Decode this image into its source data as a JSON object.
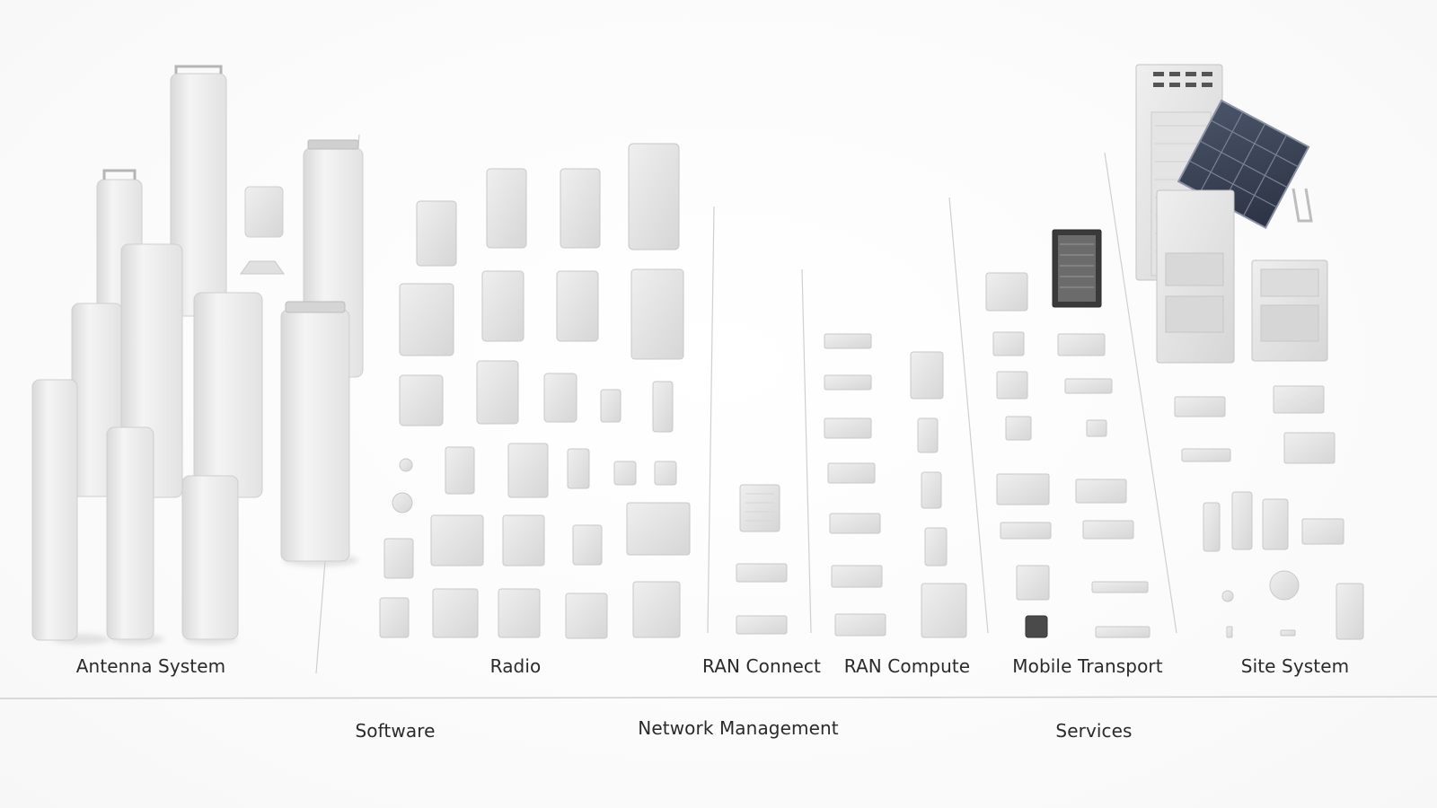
{
  "categories": [
    "Antenna System",
    "Radio",
    "RAN Connect",
    "RAN Compute",
    "Mobile Transport",
    "Site System"
  ],
  "layers": [
    "Software",
    "Network Management",
    "Services"
  ],
  "colors": {
    "background": "#ffffff",
    "equipment": "#e6e6e6",
    "text": "#2a2a2a",
    "solar_panel": "#3d4556"
  }
}
